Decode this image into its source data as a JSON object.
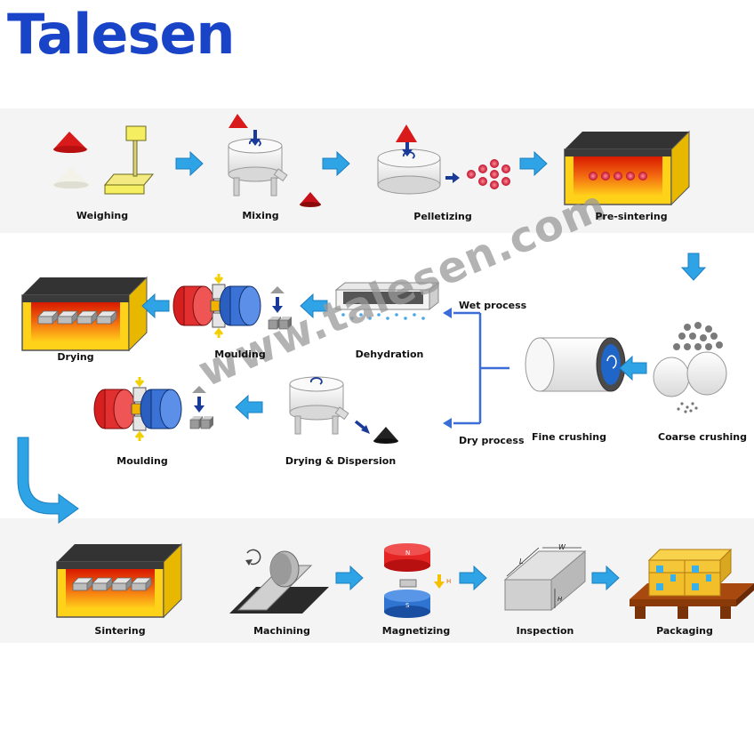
{
  "brand": {
    "logo_text": "Talesen",
    "watermark": "www.talesen.com"
  },
  "row1": {
    "weighing": "Weighing",
    "mixing": "Mixing",
    "pelletizing": "Pelletizing",
    "presintering": "Pre-sintering"
  },
  "row2": {
    "drying": "Drying",
    "moulding": "Moulding",
    "dehydration": "Dehydration",
    "wet_process": "Wet process"
  },
  "row3": {
    "moulding": "Moulding",
    "drying_dispersion": "Drying & Dispersion",
    "dry_process": "Dry process",
    "fine_crushing": "Fine crushing",
    "coarse_crushing": "Coarse crushing"
  },
  "row4": {
    "sintering": "Sintering",
    "machining": "Machining",
    "magnetizing": "Magnetizing",
    "inspection": "Inspection",
    "packaging": "Packaging"
  },
  "magnet_labels": {
    "n": "N",
    "s": "S",
    "h": "H"
  },
  "dims": {
    "w": "W",
    "l": "L",
    "h": "H"
  },
  "colors": {
    "logo": "#1a44c8",
    "arrow": "#2ea3e6",
    "furnace_fire": "#f05a10"
  }
}
